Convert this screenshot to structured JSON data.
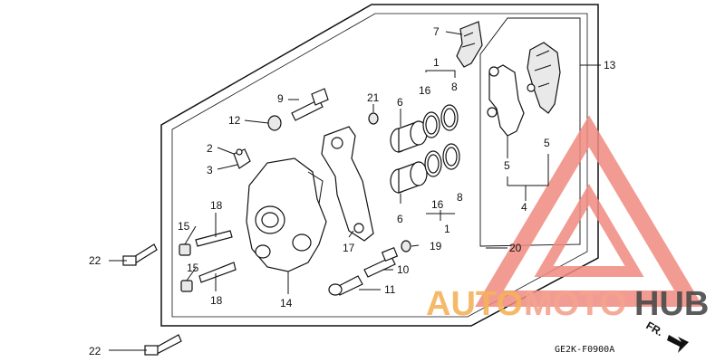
{
  "callouts": {
    "c1a": "1",
    "c1b": "1",
    "c2": "2",
    "c3": "3",
    "c4": "4",
    "c5a": "5",
    "c5b": "5",
    "c6a": "6",
    "c6b": "6",
    "c7": "7",
    "c8a": "8",
    "c8b": "8",
    "c9": "9",
    "c10": "10",
    "c11": "11",
    "c12": "12",
    "c13": "13",
    "c14": "14",
    "c15a": "15",
    "c15b": "15",
    "c16a": "16",
    "c16b": "16",
    "c17": "17",
    "c18a": "18",
    "c18b": "18",
    "c19": "19",
    "c20": "20",
    "c21": "21",
    "c22a": "22",
    "c22b": "22"
  },
  "diagram_code": "GE2K-F0900A",
  "front_marker": "FR.",
  "watermark": {
    "text_part1": "AUTO",
    "text_part2": "MOTO",
    "text_part3": "HUB",
    "color_part1": "#f5b25a",
    "color_part2": "#f4a38f",
    "color_part3": "#4a4a4a",
    "logo_color": "#f08a80"
  }
}
